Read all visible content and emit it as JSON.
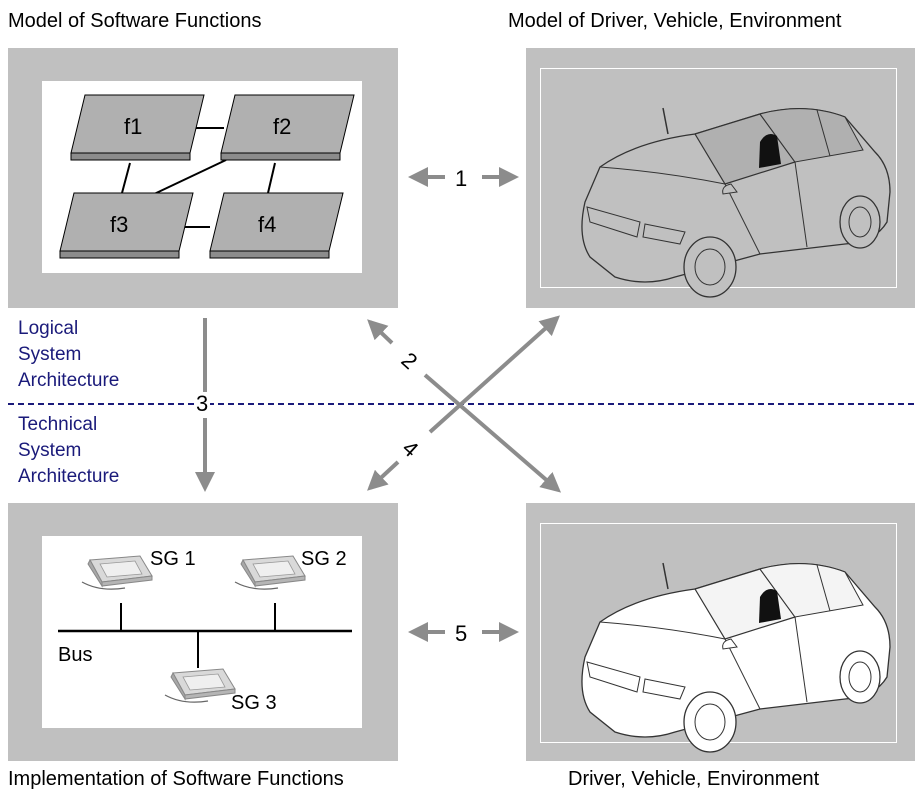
{
  "titles": {
    "top_left": "Model of Software Functions",
    "top_right": "Model of Driver, Vehicle, Environment",
    "bottom_left": "Implementation of Software Functions",
    "bottom_right": "Driver, Vehicle, Environment"
  },
  "architecture": {
    "logical": "Logical\nSystem\nArchitecture",
    "technical": "Technical\nSystem\nArchitecture"
  },
  "functions": [
    "f1",
    "f2",
    "f3",
    "f4"
  ],
  "ecus": [
    "SG 1",
    "SG 2",
    "SG 3"
  ],
  "bus_label": "Bus",
  "arrows": [
    "1",
    "2",
    "3",
    "4",
    "5"
  ],
  "colors": {
    "panel": "#c0c0c0",
    "arrow": "#8c8c8c",
    "architecture_text": "#1a1a7a",
    "divider": "#1a1a7a"
  }
}
